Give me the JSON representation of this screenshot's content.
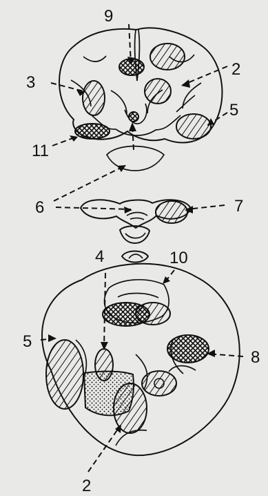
{
  "figure": {
    "labels": {
      "l9": "9",
      "l2_top": "2",
      "l3": "3",
      "l5_right": "5",
      "l11": "11",
      "l6": "6",
      "l7": "7",
      "l4": "4",
      "l10": "10",
      "l5_left": "5",
      "l8": "8",
      "l2_bottom": "2"
    }
  }
}
